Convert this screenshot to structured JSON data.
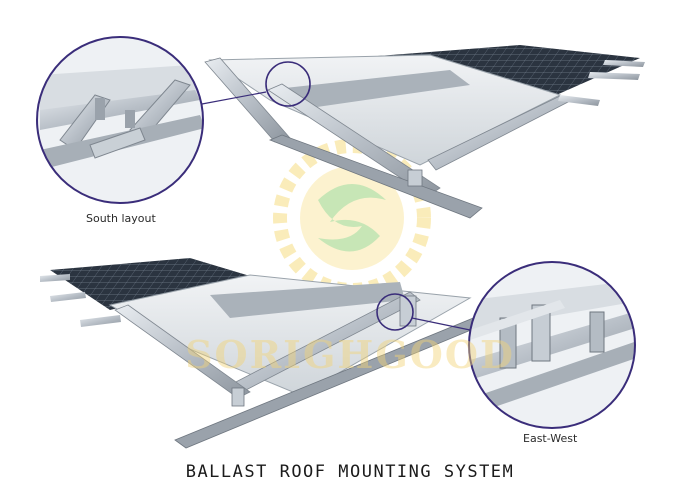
{
  "labels": {
    "south_layout": "South layout",
    "east_west": "East-West",
    "title": "BALLAST ROOF MOUNTING SYSTEM"
  },
  "watermark": {
    "text": "SORIGHGOOD"
  },
  "colors": {
    "callout_ring": "#3a2d7a",
    "panel_dark": "#2b3440",
    "aluminum": "#b9c0c8",
    "watermark_sun": "#f7dd82",
    "watermark_text": "#f3d477"
  }
}
